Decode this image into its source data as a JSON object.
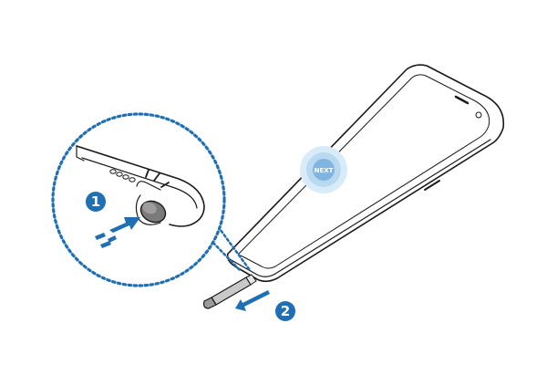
{
  "colors": {
    "accent": "#1f6fb4",
    "outline": "#1a1a1a",
    "screen_glow": "#d8ebf8",
    "background": "#ffffff"
  },
  "icons": [
    "press-arrow-icon",
    "pull-arrow-icon",
    "screen-button-icon"
  ],
  "steps": [
    {
      "number": "1",
      "action": "push"
    },
    {
      "number": "2",
      "action": "pull"
    }
  ],
  "screen_button": {
    "label": "NEXT"
  }
}
